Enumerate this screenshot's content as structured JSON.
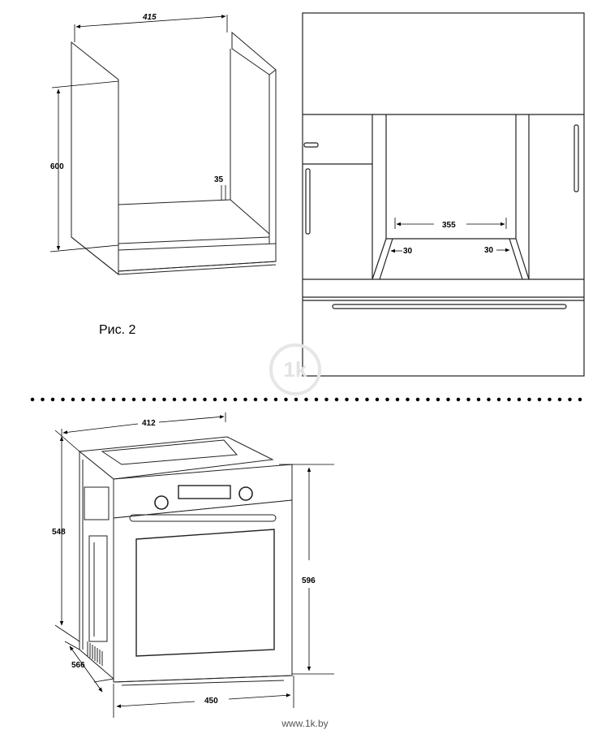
{
  "figure_caption": "Рис. 2",
  "watermark": "1k",
  "site_url": "www.1k.by",
  "cabinet": {
    "width_label": "415",
    "height_label": "600",
    "rear_gap_label": "35"
  },
  "niche_front": {
    "opening_label": "355",
    "left_gap_label": "30",
    "right_gap_label": "30"
  },
  "oven": {
    "top_width_label": "412",
    "body_height_label": "548",
    "depth_label": "566",
    "front_height_label": "596",
    "front_width_label": "450"
  }
}
